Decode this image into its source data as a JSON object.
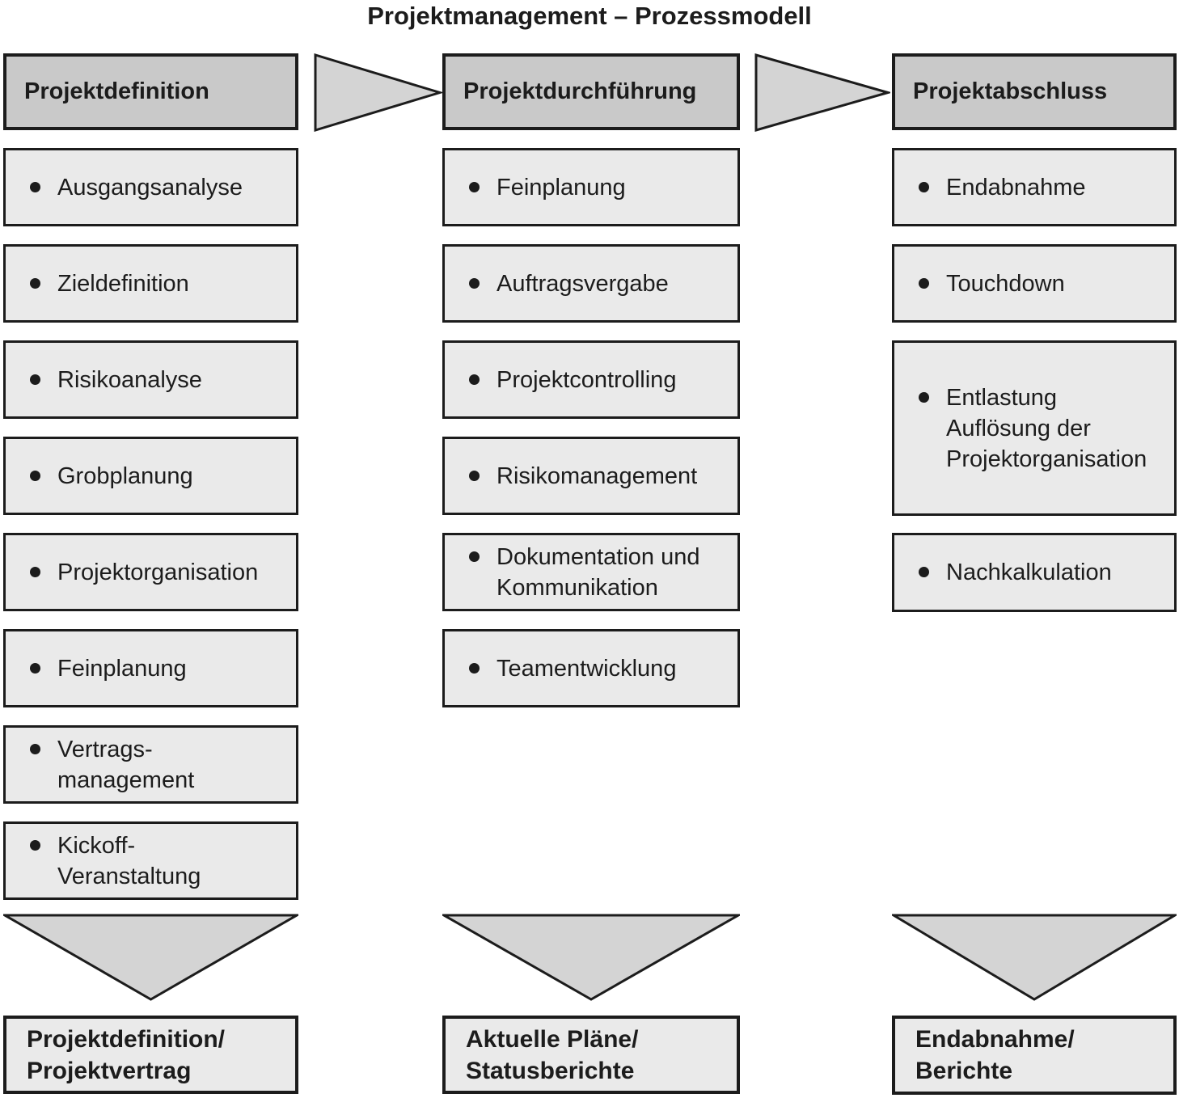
{
  "title": "Projektmanagement – Prozessmodell",
  "colors": {
    "header_fill": "#c9c9c9",
    "item_fill": "#eaeaea",
    "arrow_fill": "#d4d4d4",
    "border": "#1c1c1c",
    "text": "#1c1c1c",
    "background": "#ffffff"
  },
  "columns": [
    {
      "header": "Projektdefinition",
      "items": [
        "Ausgangsanalyse",
        "Zieldefinition",
        "Risikoanalyse",
        "Grobplanung",
        "Projektorganisation",
        "Feinplanung",
        "Vertrags-\nmanagement",
        "Kickoff-\nVeranstaltung"
      ],
      "output": "Projektdefinition/\nProjektvertrag"
    },
    {
      "header": "Projektdurchführung",
      "items": [
        "Feinplanung",
        "Auftragsvergabe",
        "Projektcontrolling",
        "Risikomanagement",
        "Dokumentation und\nKommunikation",
        "Teamentwicklung"
      ],
      "output": "Aktuelle Pläne/\nStatusberichte"
    },
    {
      "header": "Projektabschluss",
      "items": [
        "Endabnahme",
        "Touchdown",
        "Entlastung\nAuflösung der\nProjektorganisation",
        "Nachkalkulation"
      ],
      "output": "Endabnahme/\nBerichte"
    }
  ],
  "icons": {
    "right_arrow": "flow-arrow-right",
    "down_arrow": "flow-arrow-down"
  }
}
